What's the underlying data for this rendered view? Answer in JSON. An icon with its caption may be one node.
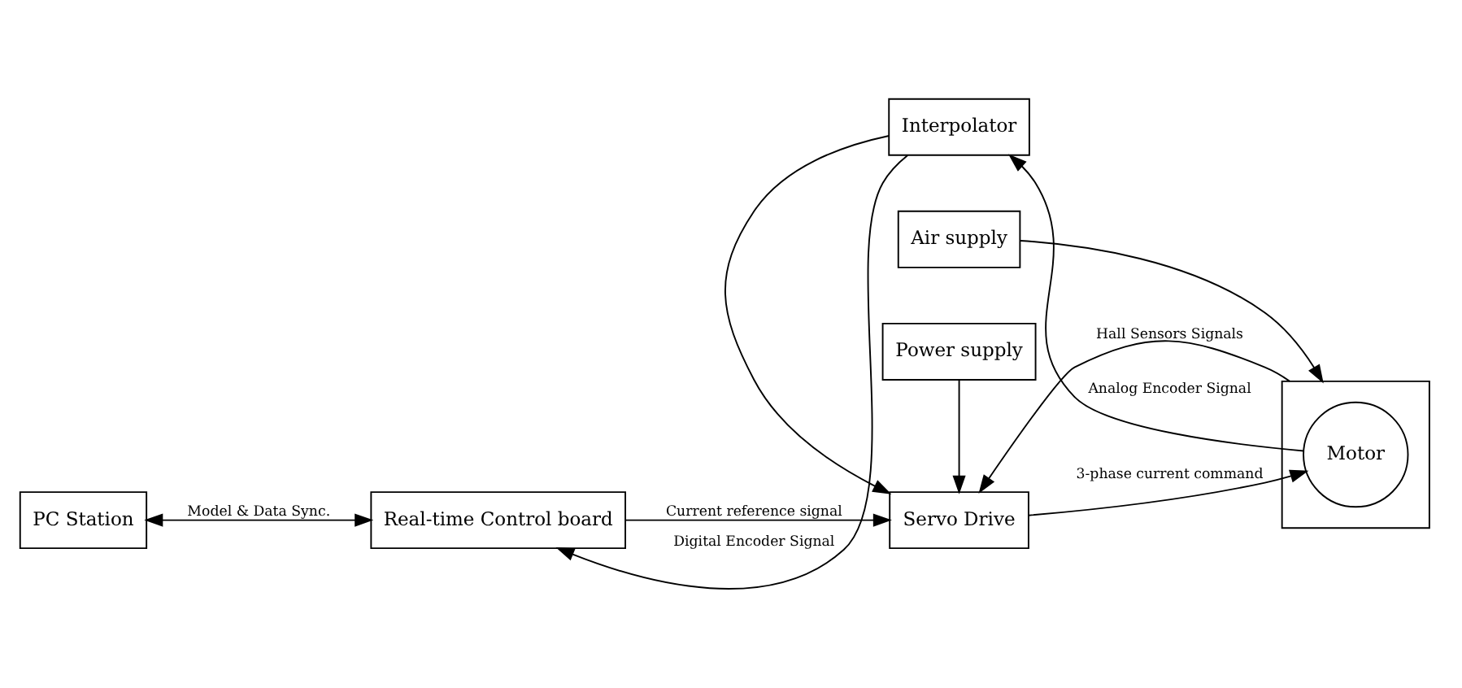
{
  "diagram": {
    "nodes": [
      {
        "text": [
          "PC Station"
        ]
      },
      {
        "text": [
          "Real-time Control board"
        ]
      },
      {
        "text": [
          "Power supply"
        ]
      },
      {
        "text": [
          "Servo Drive"
        ]
      },
      {
        "text": [
          "Air supply"
        ]
      },
      {
        "text": [],
        "shape": "box"
      },
      {
        "text": [
          "Motor"
        ],
        "in": 5
      },
      {
        "text": [
          "Interpolator"
        ]
      }
    ],
    "edges": [
      {
        "from": 0,
        "to": 1,
        "arrow": "both",
        "label": "Model & Data Sync."
      },
      {
        "from": 1,
        "to": 3,
        "arrow": "to",
        "label": "Current reference signal"
      },
      {
        "from": 2,
        "to": 3,
        "arrow": "to"
      },
      {
        "from": 4,
        "to": 5,
        "arrow": "to"
      },
      {
        "from": 3,
        "to": 6,
        "arrow": "to",
        "label": "3-phase current command"
      },
      {
        "from": 5,
        "to": 3,
        "arrow": "to",
        "label": "Hall Sensors Signals"
      },
      {
        "from": 6,
        "to": 7,
        "arrow": "to",
        "label": "Analog Encoder Signal"
      },
      {
        "from": 7,
        "to": 1,
        "arrow": "to",
        "label": "Digital Encoder Signal"
      },
      {
        "from": 7,
        "to": 3,
        "arrow": "to"
      }
    ]
  }
}
